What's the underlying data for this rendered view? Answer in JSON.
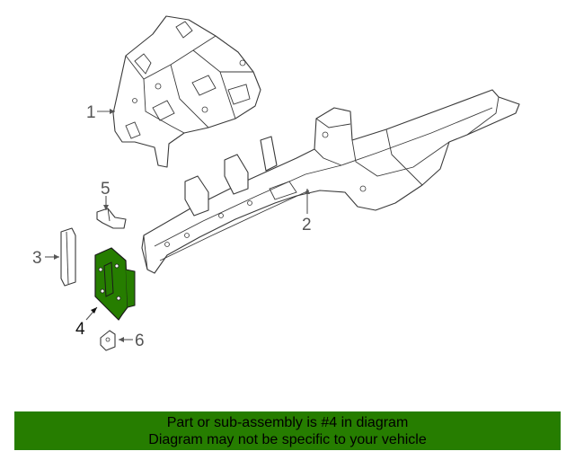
{
  "callouts": {
    "c1": "1",
    "c2": "2",
    "c3": "3",
    "c4": "4",
    "c5": "5",
    "c6": "6"
  },
  "banner": {
    "line1": "Part or sub-assembly is #4 in diagram",
    "line2": "Diagram may not be specific to your vehicle"
  },
  "colors": {
    "highlight": "#267d00",
    "banner_bg": "#267d00"
  }
}
